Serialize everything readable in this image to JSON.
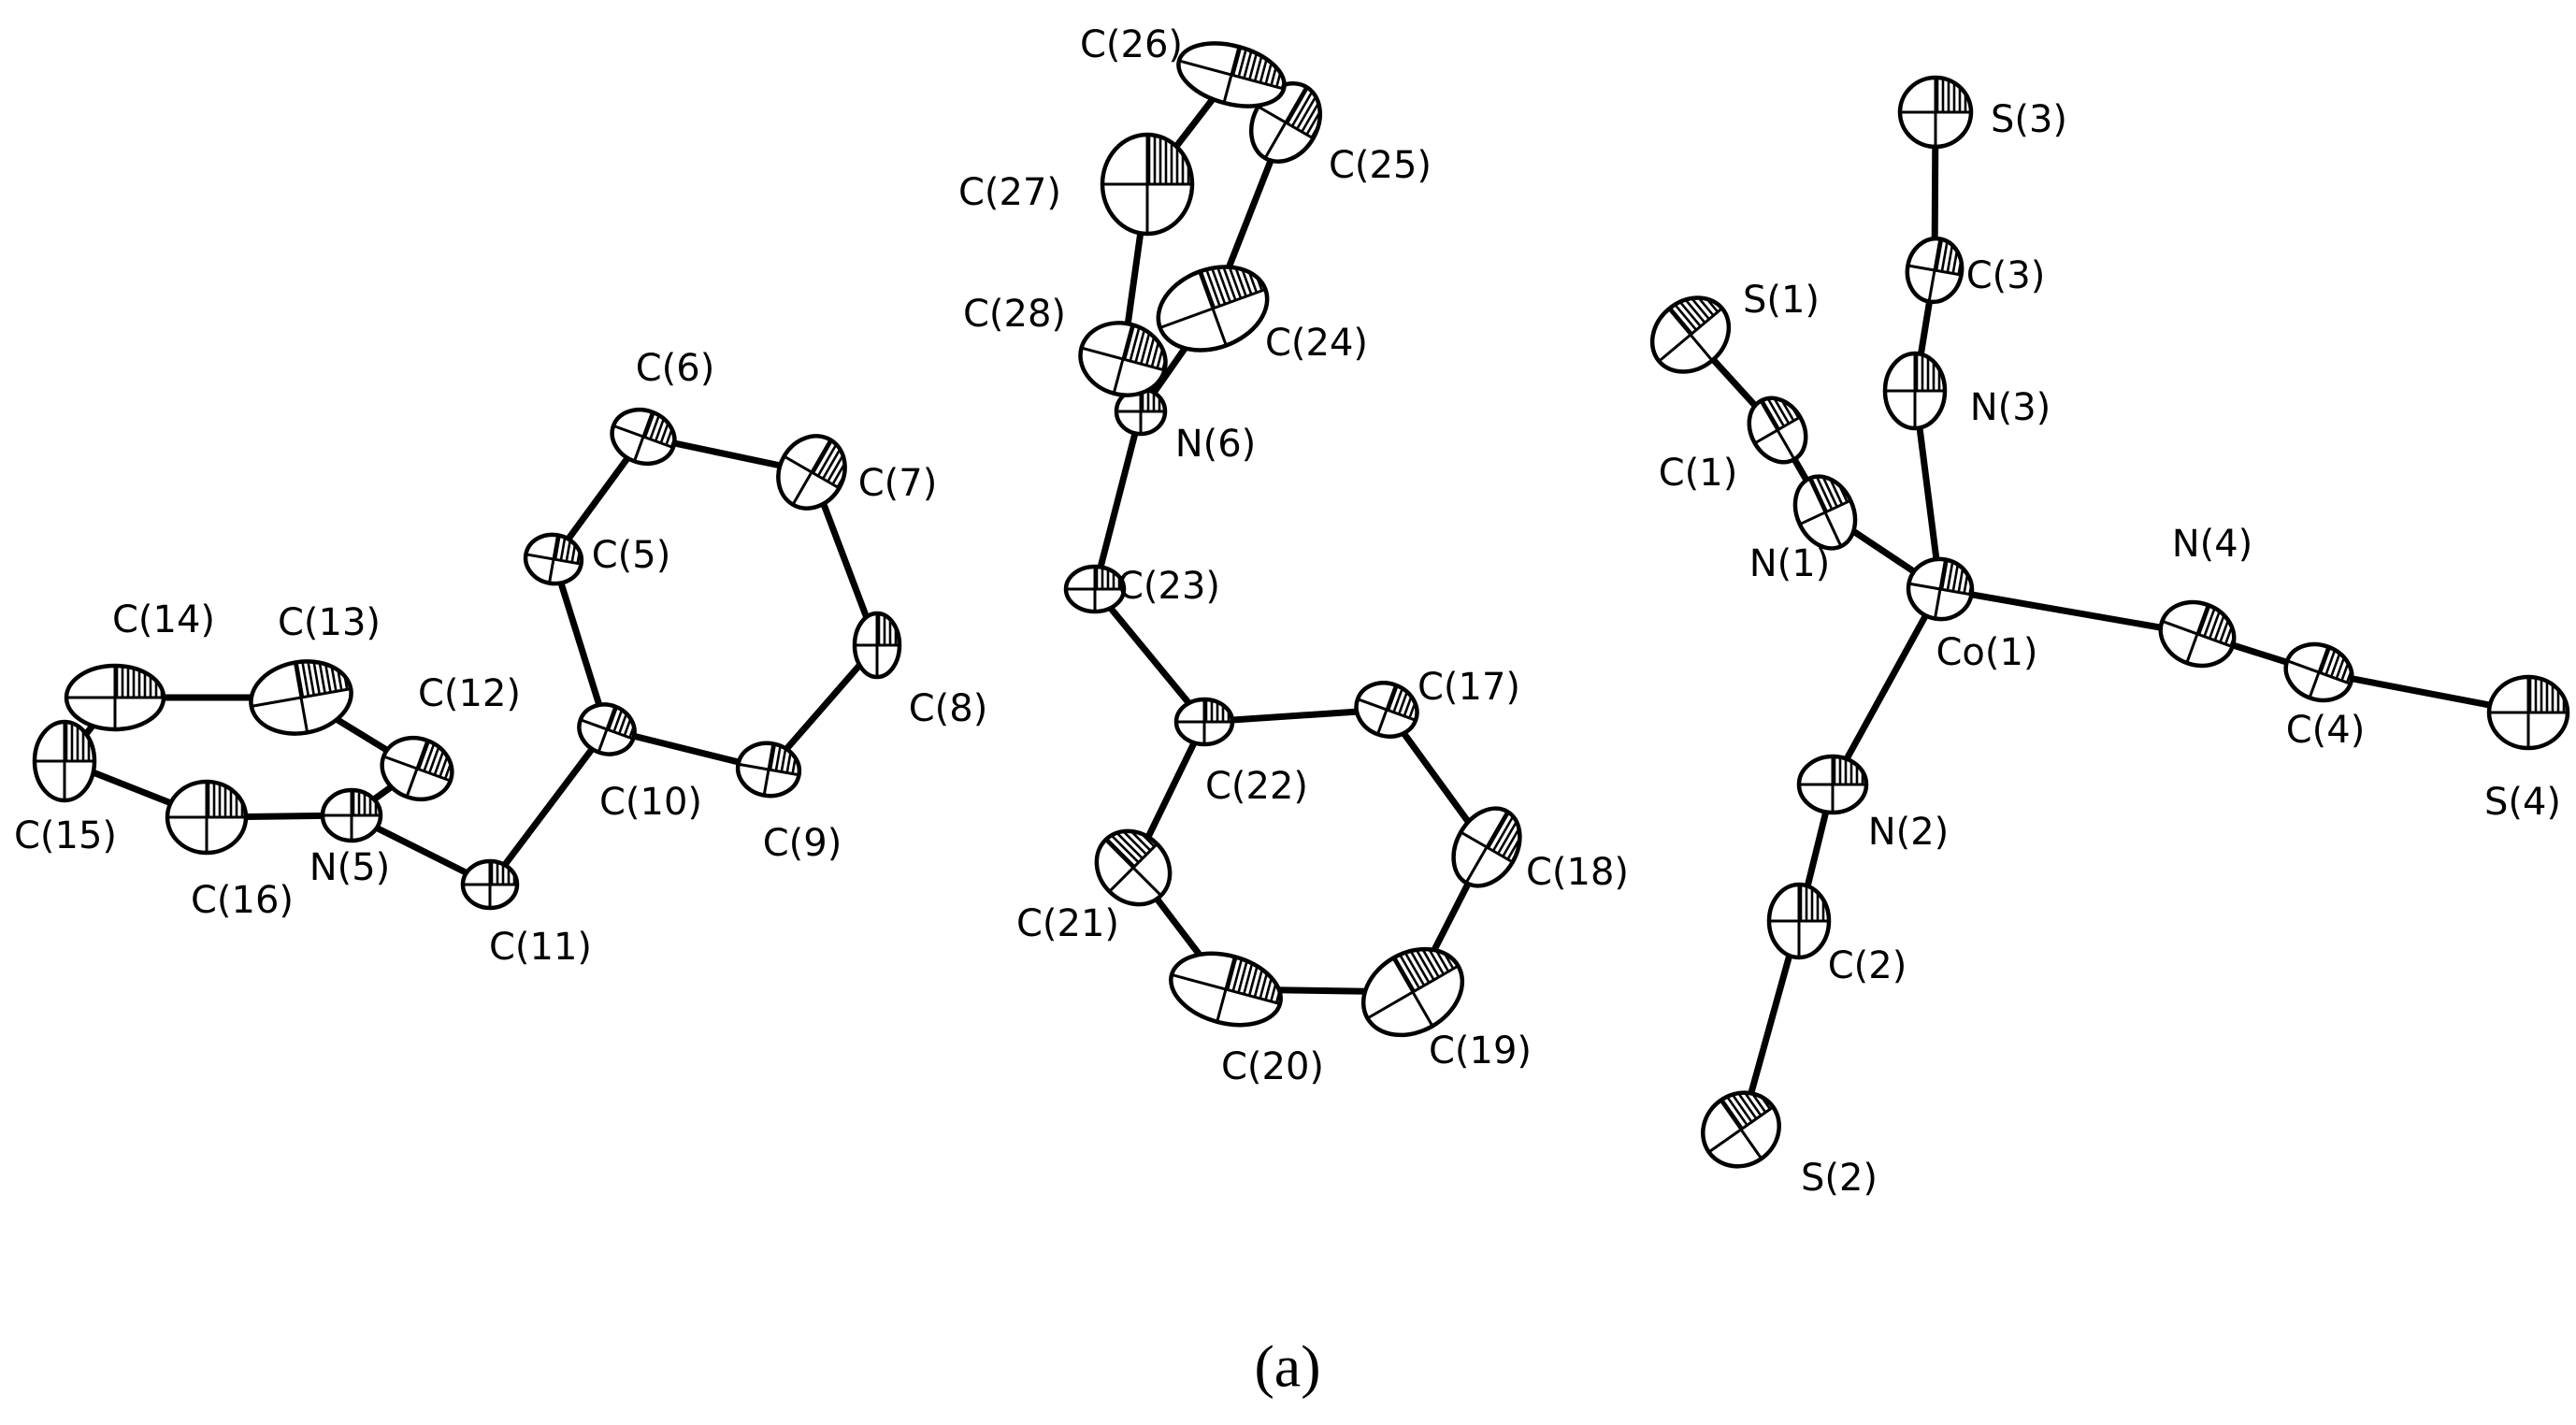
{
  "figure": {
    "caption": "(a)",
    "atoms": [
      {
        "id": "C5",
        "label": "C(5)"
      },
      {
        "id": "C6",
        "label": "C(6)"
      },
      {
        "id": "C7",
        "label": "C(7)"
      },
      {
        "id": "C8",
        "label": "C(8)"
      },
      {
        "id": "C9",
        "label": "C(9)"
      },
      {
        "id": "C10",
        "label": "C(10)"
      },
      {
        "id": "C11",
        "label": "C(11)"
      },
      {
        "id": "C12",
        "label": "C(12)"
      },
      {
        "id": "C13",
        "label": "C(13)"
      },
      {
        "id": "C14",
        "label": "C(14)"
      },
      {
        "id": "C15",
        "label": "C(15)"
      },
      {
        "id": "C16",
        "label": "C(16)"
      },
      {
        "id": "N5",
        "label": "N(5)"
      },
      {
        "id": "C17",
        "label": "C(17)"
      },
      {
        "id": "C18",
        "label": "C(18)"
      },
      {
        "id": "C19",
        "label": "C(19)"
      },
      {
        "id": "C20",
        "label": "C(20)"
      },
      {
        "id": "C21",
        "label": "C(21)"
      },
      {
        "id": "C22",
        "label": "C(22)"
      },
      {
        "id": "C23",
        "label": "C(23)"
      },
      {
        "id": "N6",
        "label": "N(6)"
      },
      {
        "id": "C24",
        "label": "C(24)"
      },
      {
        "id": "C25",
        "label": "C(25)"
      },
      {
        "id": "C26",
        "label": "C(26)"
      },
      {
        "id": "C27",
        "label": "C(27)"
      },
      {
        "id": "C28",
        "label": "C(28)"
      },
      {
        "id": "Co1",
        "label": "Co(1)"
      },
      {
        "id": "N1",
        "label": "N(1)"
      },
      {
        "id": "C1",
        "label": "C(1)"
      },
      {
        "id": "S1",
        "label": "S(1)"
      },
      {
        "id": "N2",
        "label": "N(2)"
      },
      {
        "id": "C2",
        "label": "C(2)"
      },
      {
        "id": "S2",
        "label": "S(2)"
      },
      {
        "id": "N3",
        "label": "N(3)"
      },
      {
        "id": "C3",
        "label": "C(3)"
      },
      {
        "id": "S3",
        "label": "S(3)"
      },
      {
        "id": "N4",
        "label": "N(4)"
      },
      {
        "id": "C4",
        "label": "C(4)"
      },
      {
        "id": "S4",
        "label": "S(4)"
      }
    ],
    "bonds": [
      [
        "C5",
        "C6"
      ],
      [
        "C6",
        "C7"
      ],
      [
        "C7",
        "C8"
      ],
      [
        "C8",
        "C9"
      ],
      [
        "C9",
        "C10"
      ],
      [
        "C10",
        "C5"
      ],
      [
        "C10",
        "C11"
      ],
      [
        "C11",
        "N5"
      ],
      [
        "N5",
        "C12"
      ],
      [
        "C12",
        "C13"
      ],
      [
        "C13",
        "C14"
      ],
      [
        "C14",
        "C15"
      ],
      [
        "C15",
        "C16"
      ],
      [
        "C16",
        "N5"
      ],
      [
        "C17",
        "C18"
      ],
      [
        "C18",
        "C19"
      ],
      [
        "C19",
        "C20"
      ],
      [
        "C20",
        "C21"
      ],
      [
        "C21",
        "C22"
      ],
      [
        "C22",
        "C17"
      ],
      [
        "C22",
        "C23"
      ],
      [
        "C23",
        "N6"
      ],
      [
        "N6",
        "C24"
      ],
      [
        "C24",
        "C25"
      ],
      [
        "C25",
        "C26"
      ],
      [
        "C26",
        "C27"
      ],
      [
        "C27",
        "C28"
      ],
      [
        "C28",
        "N6"
      ],
      [
        "Co1",
        "N1"
      ],
      [
        "N1",
        "C1"
      ],
      [
        "C1",
        "S1"
      ],
      [
        "Co1",
        "N2"
      ],
      [
        "N2",
        "C2"
      ],
      [
        "C2",
        "S2"
      ],
      [
        "Co1",
        "N3"
      ],
      [
        "N3",
        "C3"
      ],
      [
        "C3",
        "S3"
      ],
      [
        "Co1",
        "N4"
      ],
      [
        "N4",
        "C4"
      ],
      [
        "C4",
        "S4"
      ]
    ]
  }
}
